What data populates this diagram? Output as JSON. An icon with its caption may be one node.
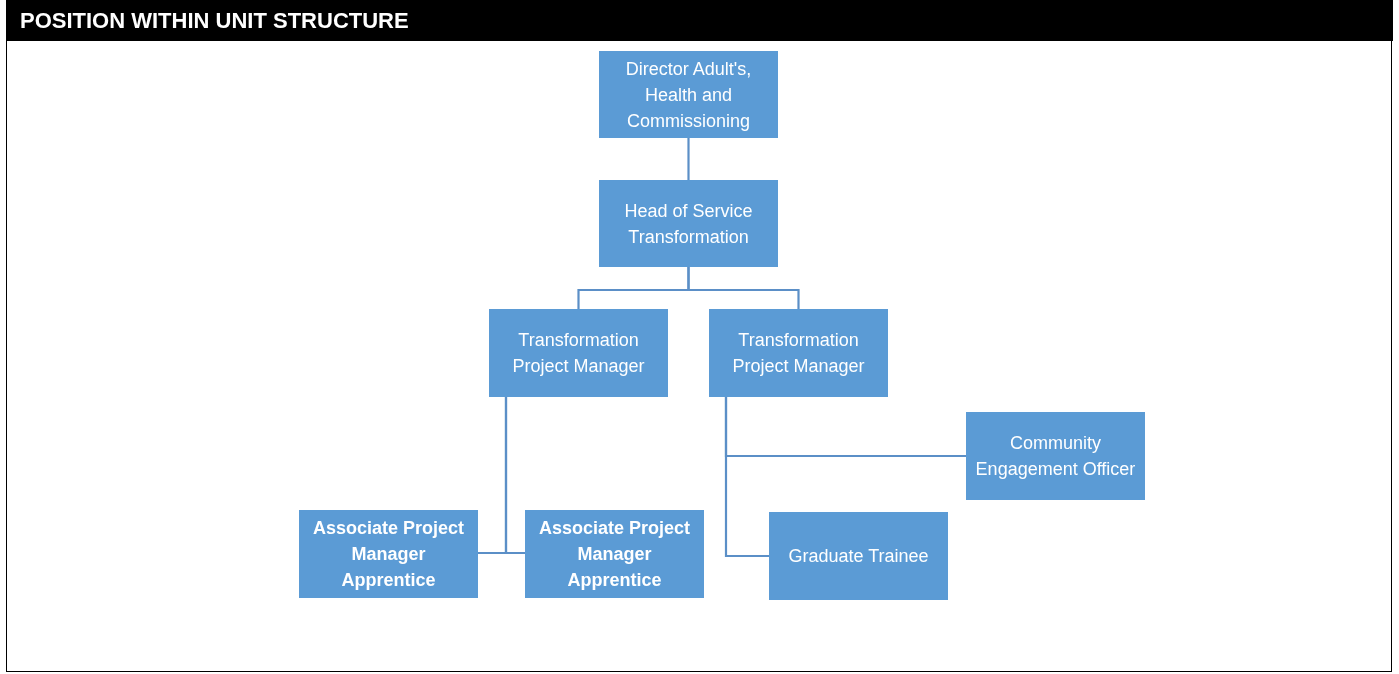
{
  "diagram": {
    "title": "POSITION WITHIN UNIT STRUCTURE",
    "nodes": [
      {
        "text": [
          "Director Adult's, Health and Commissioning"
        ]
      },
      {
        "text": [
          "Head of Service Transformation"
        ]
      },
      {
        "text": [
          "Transformation Project Manager"
        ]
      },
      {
        "text": [
          "Transformation Project Manager"
        ]
      },
      {
        "text": [
          "Community Engagement Officer"
        ]
      },
      {
        "text": [
          "Graduate Trainee"
        ]
      },
      {
        "text": [
          "Associate Project Manager Apprentice"
        ]
      },
      {
        "text": [
          "Associate Project Manager Apprentice"
        ]
      }
    ],
    "edges": [
      {
        "from": 0,
        "to": 1,
        "arrow": "none"
      },
      {
        "from": 1,
        "to": 2,
        "arrow": "none"
      },
      {
        "from": 1,
        "to": 3,
        "arrow": "none"
      },
      {
        "from": 2,
        "to": 6,
        "arrow": "none"
      },
      {
        "from": 2,
        "to": 7,
        "arrow": "none"
      },
      {
        "from": 3,
        "to": 4,
        "arrow": "none"
      },
      {
        "from": 3,
        "to": 5,
        "arrow": "none"
      }
    ]
  }
}
